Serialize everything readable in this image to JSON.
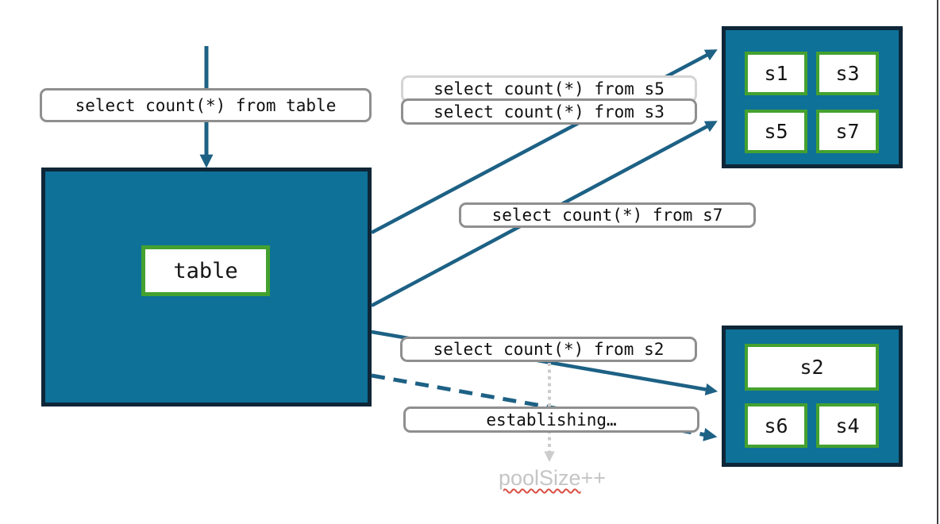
{
  "colors": {
    "teal_fill": "#0d7198",
    "navy_border": "#0e2637",
    "green_border": "#44a12f",
    "arrow_blue": "#1d6185",
    "label_border": "#8f8f8f",
    "label_border_light": "#d4d4d4",
    "muted_gray": "#c5c5c5",
    "dotted_gray": "#cccccc",
    "squiggle_red": "#d94f43",
    "slide_edge": "#3f3f3f"
  },
  "table_node": {
    "label": "table"
  },
  "query_labels": {
    "from_table": "select count(*) from table",
    "from_s5": "select count(*) from s5",
    "from_s3": "select count(*) from s3",
    "from_s7": "select count(*) from s7",
    "from_s2": "select count(*) from s2",
    "establishing": "establishing…"
  },
  "top_shard_group": {
    "shards": [
      "s1",
      "s3",
      "s5",
      "s7"
    ]
  },
  "bottom_shard_group": {
    "shards": [
      "s2",
      "s6",
      "s4"
    ]
  },
  "pool_note": {
    "word": "poolSize",
    "suffix": "++"
  }
}
